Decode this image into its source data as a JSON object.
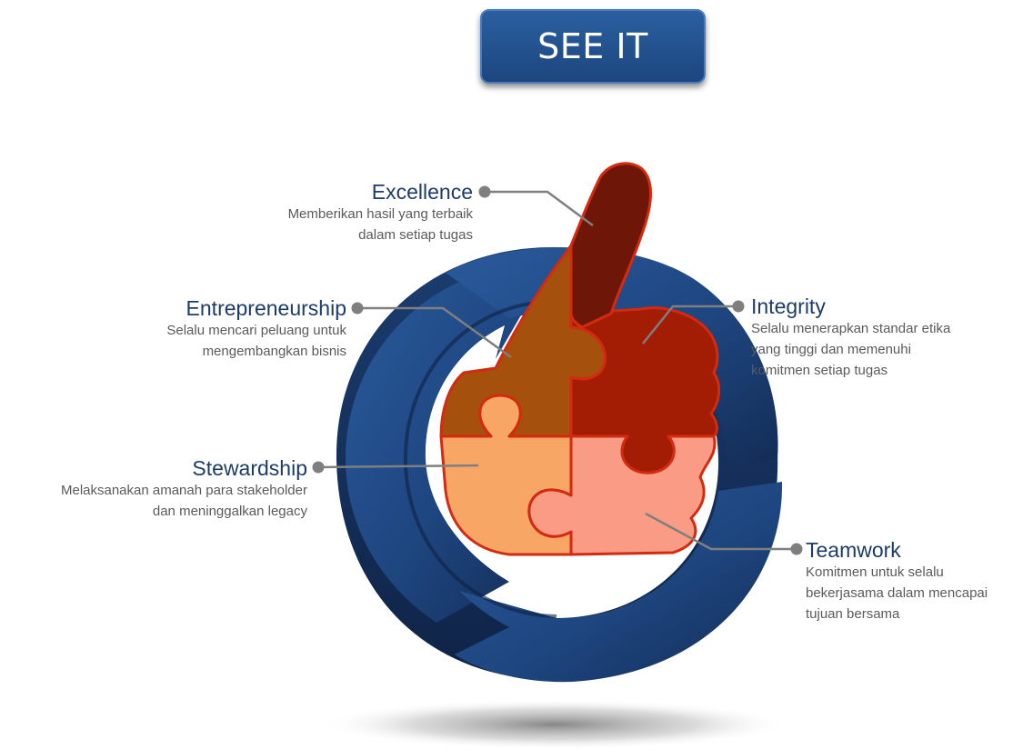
{
  "header": {
    "title": "SEE IT"
  },
  "values": [
    {
      "key": "excellence",
      "title": "Excellence",
      "lines": [
        "Memberikan hasil yang terbaik",
        "dalam setiap tugas"
      ],
      "color": "#6e1708"
    },
    {
      "key": "entrepreneurship",
      "title": "Entrepreneurship",
      "lines": [
        "Selalu mencari peluang untuk",
        "mengembangkan bisnis"
      ],
      "color": "#a5500c"
    },
    {
      "key": "integrity",
      "title": "Integrity",
      "lines": [
        "Selalu menerapkan standar etika",
        "yang tinggi dan memenuhi",
        "komitmen setiap tugas"
      ],
      "color": "#a31d05"
    },
    {
      "key": "stewardship",
      "title": "Stewardship",
      "lines": [
        "Melaksanakan amanah para stakeholder",
        "dan meninggalkan legacy"
      ],
      "color": "#f8a666"
    },
    {
      "key": "teamwork",
      "title": "Teamwork",
      "lines": [
        "Komitmen untuk selalu",
        "bekerjasama dalam mencapai",
        "tujuan bersama"
      ],
      "color": "#f99b85"
    }
  ],
  "colors": {
    "ring": "#1f4a86",
    "ring_dark": "#142f5a",
    "label_title": "#1d3c6a",
    "label_text": "#5a5a5a",
    "connector": "#7f7f7f",
    "piece_outline": "#d32a10"
  }
}
